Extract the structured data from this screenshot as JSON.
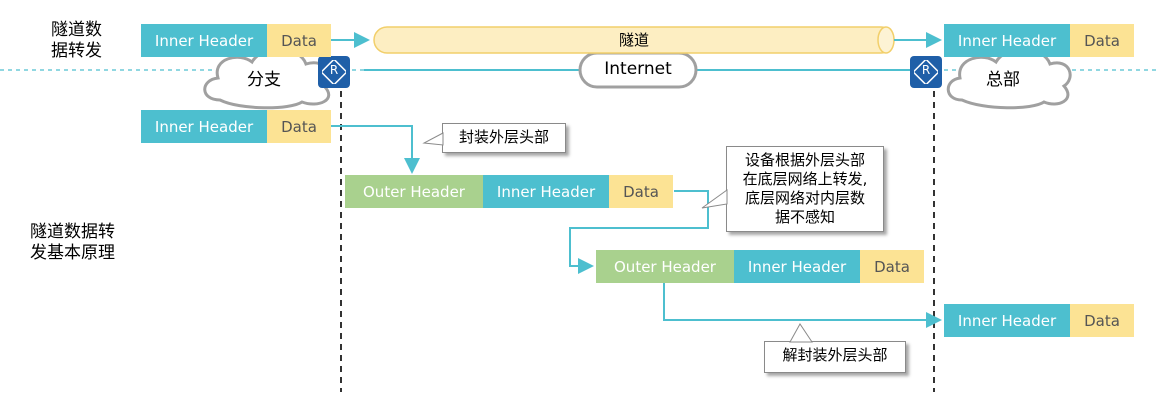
{
  "left_labels": {
    "top": [
      "隧道数",
      "据转发"
    ],
    "bottom": [
      "隧道数据转",
      "发基本原理"
    ]
  },
  "packet": {
    "inner": "Inner Header",
    "data": "Data",
    "outer": "Outer Header"
  },
  "tunnel_label": "隧道",
  "internet_label": "Internet",
  "branch_label": "分支",
  "hq_label": "总部",
  "router_glyph": "R",
  "callouts": {
    "encap": "封装外层头部",
    "forward": [
      "设备根据外层头部",
      "在底层网络上转发,",
      "底层网络对内层数",
      "据不感知"
    ],
    "decap": "解封装外层头部"
  },
  "colors": {
    "inner": "#4dbfcf",
    "data": "#fce394",
    "outer": "#a9d18e",
    "arrow": "#4dbfcf",
    "router": "#1f5fa8"
  }
}
